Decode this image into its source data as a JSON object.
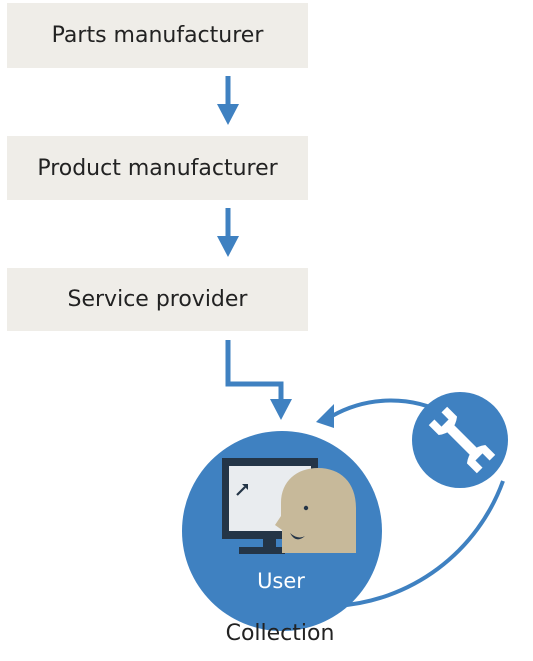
{
  "steps": [
    {
      "label": "Parts manufacturer"
    },
    {
      "label": "Product manufacturer"
    },
    {
      "label": "Service provider"
    }
  ],
  "user_node": {
    "label": "User"
  },
  "caption": "Collection",
  "colors": {
    "box_fill": "#efede8",
    "accent_blue": "#3f81c1",
    "monitor_dark": "#243547",
    "screen": "#e9ecef",
    "face": "#c7b99a"
  },
  "icons": [
    "wrench-icon",
    "monitor-icon",
    "person-icon"
  ]
}
